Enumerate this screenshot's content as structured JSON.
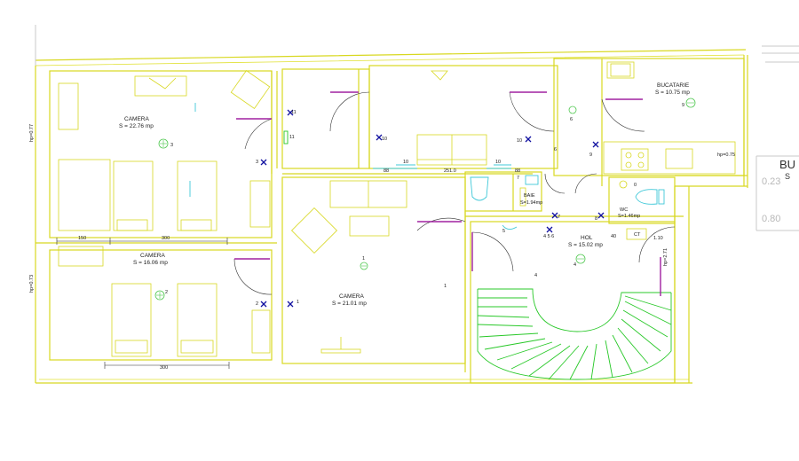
{
  "rooms": {
    "bedroom1": {
      "name": "CAMERA",
      "area": "S = 22.76 mp"
    },
    "bedroom2": {
      "name": "CAMERA",
      "area": "S = 16.06 mp"
    },
    "living": {
      "name": "CAMERA",
      "area": "S = 21.01 mp"
    },
    "kitchen": {
      "name": "BUCATARIE",
      "area": "S = 10.75 mp"
    },
    "bath": {
      "name": "BAIE",
      "area": "S=1.94mp"
    },
    "wc": {
      "name": "WC",
      "area": "S=1.46mp"
    },
    "hall": {
      "name": "HOL",
      "area": "S = 15.02 mp"
    }
  },
  "numbers": {
    "n3a": "3",
    "n2": "2",
    "n1a": "1",
    "n6a": "6",
    "n9a": "9",
    "n4a": "4",
    "n11a": "11",
    "n11b": "11",
    "n10a": "10",
    "n10b": "10",
    "n3b": "3",
    "n2b": "2",
    "n1b": "1",
    "n1c": "1",
    "n4b": "4",
    "n7": "7",
    "n456": "4 5 6",
    "n8": "8",
    "n9b": "9",
    "n6b": "6",
    "n7b": "7",
    "n0": "0",
    "n5": "5"
  },
  "dims": {
    "d150": "150",
    "d300a": "300",
    "d300b": "300",
    "d88a": "88",
    "d2510": "251.0",
    "d88b": "88",
    "d10a": "10",
    "d10b": "10",
    "d40": "40",
    "ct": "CT",
    "d110": "1.10",
    "hp075": "hp=0.75",
    "hp077": "hp=0.77",
    "hp073": "hp=0.73",
    "hp271": "hp=2.71"
  },
  "adjacent": {
    "bu": "BU",
    "s": "S",
    "d023": "0.23",
    "d080": "0.80"
  }
}
